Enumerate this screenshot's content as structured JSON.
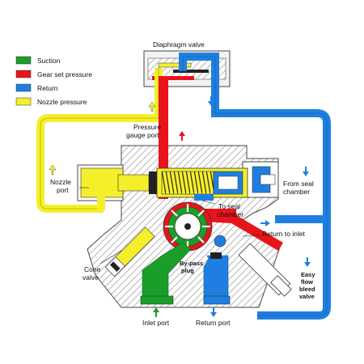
{
  "legend": [
    {
      "label": "Suction",
      "color": "#1a9e2a"
    },
    {
      "label": "Gear set pressure",
      "color": "#e8141b"
    },
    {
      "label": "Return",
      "color": "#1e7fe0"
    },
    {
      "label": "Nozzle pressure",
      "color": "#f4ef2a"
    }
  ],
  "labels": {
    "diaphragm_valve": "Diaphragm valve",
    "pressure_gauge_1": "Pressure",
    "pressure_gauge_2": "gauge port",
    "nozzle_port_1": "Nozzle",
    "nozzle_port_2": "port",
    "from_seal_1": "From seal",
    "from_seal_2": "chamber",
    "to_seal_1": "To seal",
    "to_seal_2": "chamber",
    "return_to_inlet": "Return to inlet",
    "cone_valve_1": "Cone",
    "cone_valve_2": "valve",
    "bypass_1": "By-pass",
    "bypass_2": "plug",
    "easy_1": "Easy",
    "easy_2": "flow",
    "easy_3": "bleed",
    "easy_4": "valve",
    "inlet_port": "Inlet port",
    "return_port": "Return port"
  },
  "icons": [
    "arrow-up-icon",
    "arrow-down-icon",
    "arrow-right-icon"
  ]
}
